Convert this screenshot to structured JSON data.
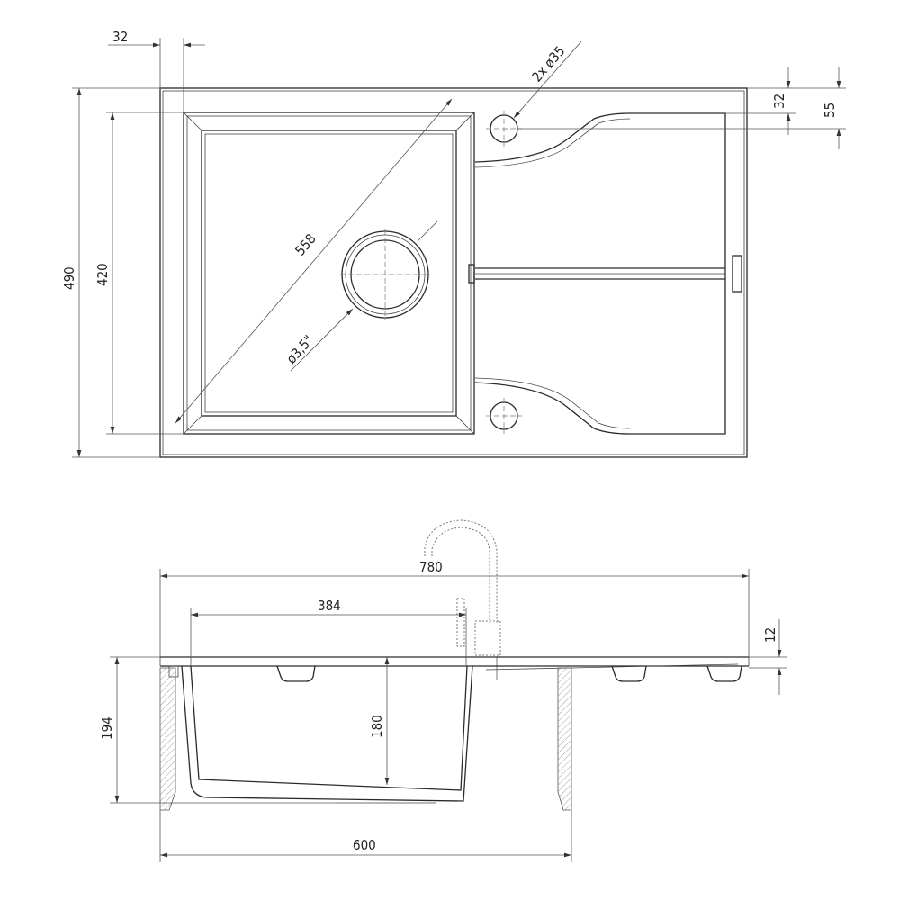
{
  "top_view": {
    "dims": {
      "left_offset": "32",
      "tap_holes": "2x ø35",
      "top_offset": "32",
      "tap_hole_offset": "55",
      "overall_depth": "490",
      "bowl_depth": "420",
      "diagonal": "558",
      "drain": "ø3,5\""
    }
  },
  "side_view": {
    "dims": {
      "overall_width": "780",
      "bowl_width": "384",
      "rim_thickness": "12",
      "total_height": "194",
      "bowl_height": "180",
      "cabinet_width": "600"
    }
  }
}
